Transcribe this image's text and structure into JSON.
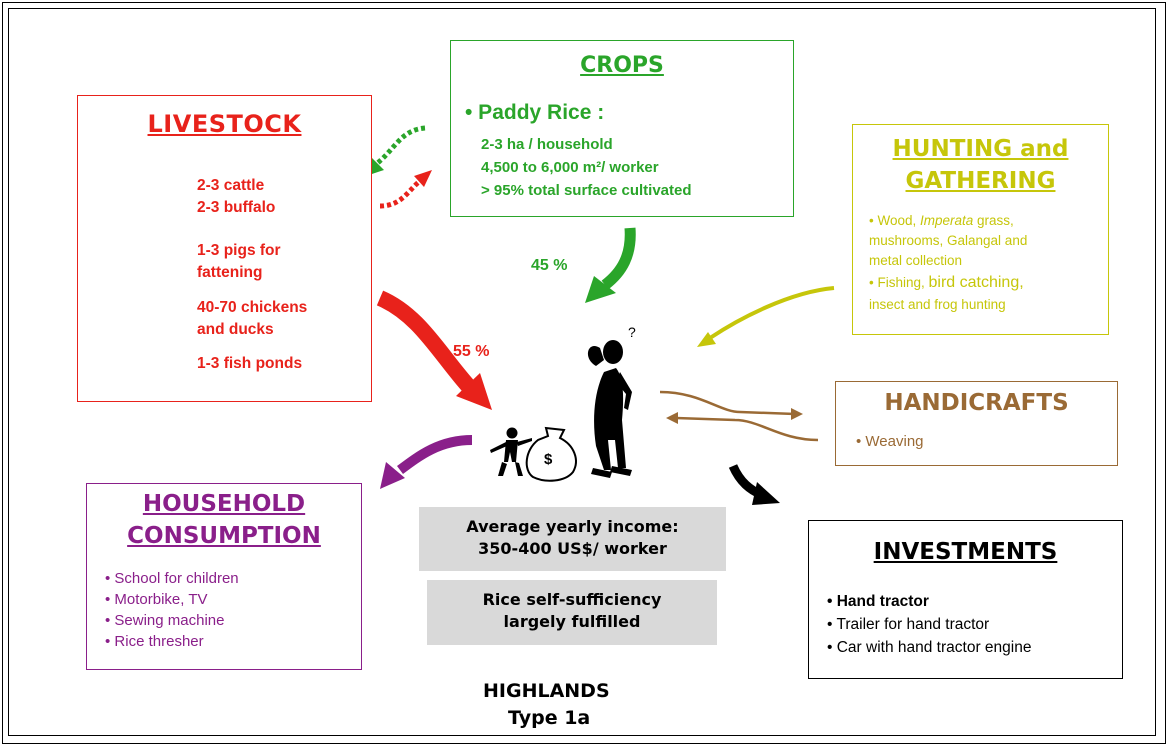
{
  "livestock": {
    "title": "LIVESTOCK",
    "items": [
      "2-3 cattle",
      "2-3 buffalo",
      "1-3 pigs for",
      "fattening",
      "40-70 chickens",
      "and ducks",
      "1-3 fish ponds"
    ]
  },
  "crops": {
    "title": "CROPS",
    "bullet": "• Paddy Rice :",
    "lines": [
      "2-3 ha / household",
      "4,500 to 6,000 m²/ worker",
      "> 95% total surface cultivated"
    ],
    "percent": "45 %"
  },
  "livestock_percent": "55 %",
  "hunting": {
    "title_line1": "HUNTING and",
    "title_line2": "GATHERING",
    "line1_a": "• Wood, ",
    "line1_b": "Imperata",
    "line1_c": " grass,",
    "line2": "mushrooms, Galangal and",
    "line3": "metal collection",
    "line4_a": "• Fishing, ",
    "line4_b": "bird catching,",
    "line5": "insect and frog hunting"
  },
  "handicrafts": {
    "title": "HANDICRAFTS",
    "item": "• Weaving"
  },
  "household": {
    "title_line1": "HOUSEHOLD",
    "title_line2": "CONSUMPTION",
    "items": [
      "• School for children",
      "• Motorbike, TV",
      "• Sewing machine",
      "• Rice thresher"
    ]
  },
  "investments": {
    "title": "INVESTMENTS",
    "items": [
      "• Hand tractor",
      "• Trailer for hand tractor",
      "• Car with hand tractor engine"
    ]
  },
  "income": {
    "line1": "Average yearly income:",
    "line2": "350-400 US$/ worker"
  },
  "selfsufficiency": {
    "line1": "Rice self-sufficiency",
    "line2": "largely fulfilled"
  },
  "footer": {
    "line1": "HIGHLANDS",
    "line2": "Type 1a"
  },
  "figure": {
    "question_mark": "?",
    "money_symbol": "$"
  },
  "colors": {
    "livestock": "#e8221b",
    "crops": "#2aa52a",
    "hunting": "#c6c60a",
    "handicrafts": "#9a6a35",
    "household": "#8a1f8a",
    "investments": "#000000",
    "grey_box": "#d9d9d9"
  },
  "icons": [
    "cow-icon",
    "pig-icon",
    "rooster-icon",
    "fish-icon",
    "thinking-person-icon",
    "child-figure-icon",
    "money-bag-icon"
  ]
}
